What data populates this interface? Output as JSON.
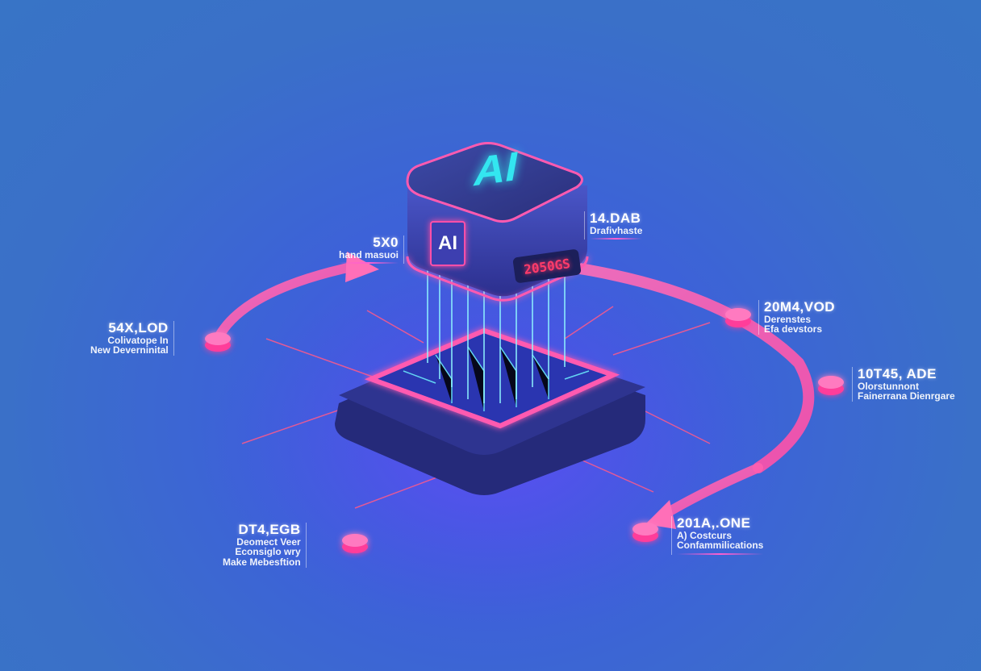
{
  "scene": {
    "title": "AI processing hub infographic",
    "colors": {
      "background": "#3a70c8",
      "background_center": "#4a50e6",
      "accent_pink": "#ff4fa8",
      "accent_cyan": "#33e6f0",
      "display_red": "#ff3b6a",
      "platform": "#2a2f8a"
    }
  },
  "cube": {
    "top_text": "AI",
    "badge_text": "AI",
    "display_text": "2050GS"
  },
  "labels": [
    {
      "id": "top-left",
      "value": "5X0",
      "desc": [
        "hand masuoi"
      ]
    },
    {
      "id": "top-right",
      "value": "14.DAB",
      "desc": [
        "Drafivhaste"
      ]
    },
    {
      "id": "left",
      "value": "54X,LOD",
      "desc": [
        "Colivatope In",
        "New Deverninital"
      ]
    },
    {
      "id": "right-upper",
      "value": "20M4,VOD",
      "desc": [
        "Derenstes",
        "Efa devstors"
      ]
    },
    {
      "id": "right",
      "value": "10T45, ADE",
      "desc": [
        "Olorstunnont",
        "Fainerrana Dienrgare"
      ]
    },
    {
      "id": "bottom-left",
      "value": "DT4,EGB",
      "desc": [
        "Deomect Veer",
        "Econsiglo wry",
        "Make Mebesftion"
      ]
    },
    {
      "id": "bottom-right",
      "value": "201A,.ONE",
      "desc": [
        "A) Costcurs",
        "Confammilications"
      ]
    }
  ]
}
